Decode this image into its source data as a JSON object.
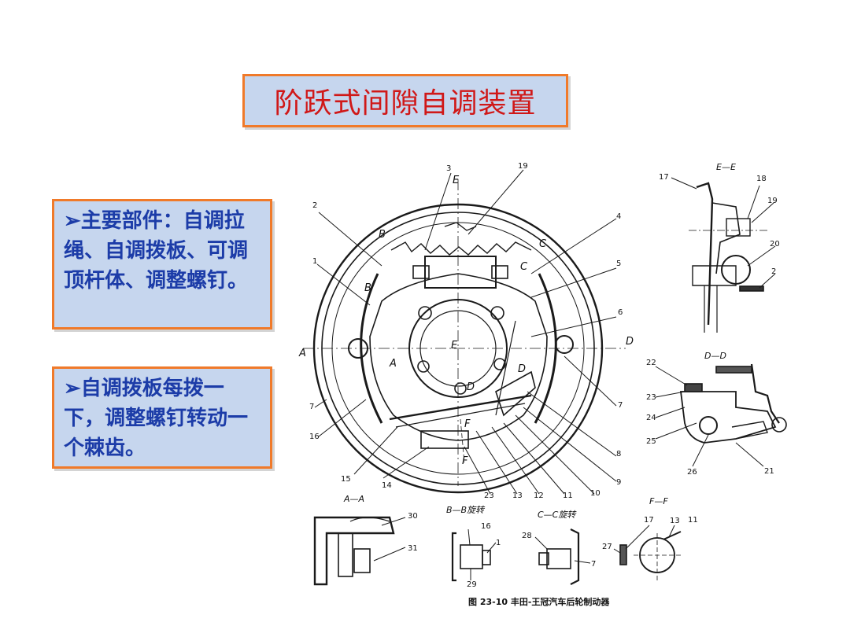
{
  "title": "阶跃式间隙自调装置",
  "note1": "➢主要部件：自调拉绳、自调拨板、可调顶杆体、调整螺钉。",
  "note2": "➢自调拨板每拨一下，调整螺钉转动一个棘齿。",
  "diagram": {
    "caption": "图 23-10   丰田-王冠汽车后轮制动器",
    "section_labels": {
      "ee": "E—E",
      "dd": "D—D",
      "aa": "A—A",
      "bb": "B—B旋转",
      "cc": "C—C旋转",
      "ff": "F—F"
    },
    "letters": {
      "e": "E",
      "a": "A",
      "b": "B",
      "c": "C",
      "d": "D",
      "f": "F"
    },
    "part_numbers": {
      "n1": "1",
      "n2": "2",
      "n3": "3",
      "n4": "4",
      "n5": "5",
      "n6": "6",
      "n7": "7",
      "n8": "8",
      "n9": "9",
      "n10": "10",
      "n11": "11",
      "n12": "12",
      "n13": "13",
      "n14": "14",
      "n15": "15",
      "n16": "16",
      "n17": "17",
      "n18": "18",
      "n19": "19",
      "n20": "20",
      "n21": "21",
      "n22": "22",
      "n23": "23",
      "n24": "24",
      "n25": "25",
      "n26": "26",
      "n27": "27",
      "n28": "28",
      "n29": "29",
      "n30": "30",
      "n31": "31"
    }
  }
}
